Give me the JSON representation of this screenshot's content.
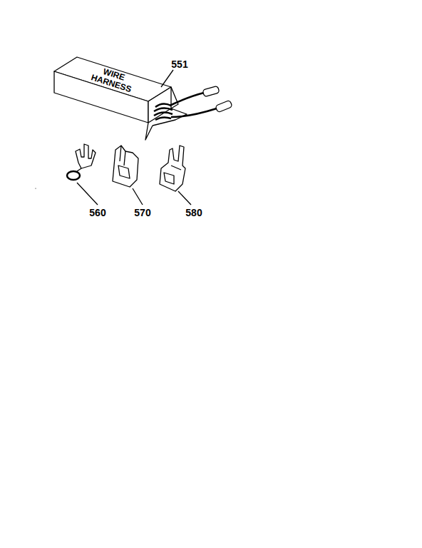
{
  "diagram": {
    "labels": [
      "WIRE HARNESS",
      "551",
      "560",
      "570",
      "580"
    ]
  }
}
